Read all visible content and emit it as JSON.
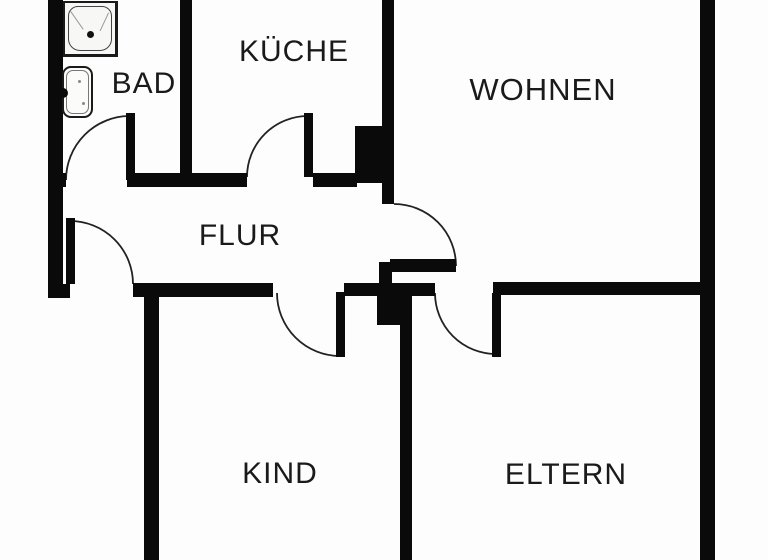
{
  "page": {
    "type": "apartment floor plan",
    "language": "German"
  },
  "rooms": {
    "bad": {
      "label": "BAD"
    },
    "kueche": {
      "label": "KÜCHE"
    },
    "wohnen": {
      "label": "WOHNEN"
    },
    "flur": {
      "label": "FLUR"
    },
    "kind": {
      "label": "KIND"
    },
    "eltern": {
      "label": "ELTERN"
    }
  },
  "fixtures": {
    "bathtub": "bathtub-icon",
    "sink": "sink-icon"
  },
  "doors": {
    "count": 6,
    "list": [
      "entry-to-flur",
      "flur-to-bad",
      "kueche",
      "flur-to-wohnen",
      "kind",
      "eltern"
    ]
  },
  "colors": {
    "wall": "#0a0a0a",
    "background": "#fdfdfd",
    "door_arc": "#222222",
    "label": "#1a1a1a"
  }
}
